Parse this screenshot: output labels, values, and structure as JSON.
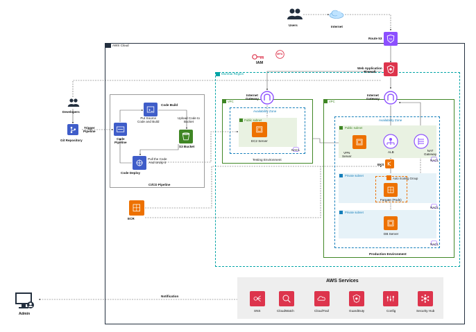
{
  "diagram": {
    "users": "Users",
    "internet": "Internet",
    "route53": "Route 53",
    "aws_cloud": "AWS Cloud",
    "iam": "IAM",
    "mfa": "MFA",
    "waf": "Web Application\nFirewall",
    "mumbai_region": "Mumbai Region",
    "developers": "Developers",
    "git_repository": "Git Repository",
    "trigger_pipeline": "Trigger\nPipeline",
    "code_build": "Code Build",
    "put_source": "Put Source\nCode and Build",
    "upload_code": "Upload Code to\nBucket",
    "code_pipeline": "Code\nPipeline",
    "s3_bucket": "S3 Bucket",
    "pull_code": "Pull the Code\nAnd Unzip it",
    "code_deploy": "Code Deploy",
    "cicd_pipeline": "CI/CD Pipeline",
    "ecr": "ECR",
    "vpc": "VPC",
    "internet_gateway": "Internet\nGateway",
    "availability_zone": "Availability Zone",
    "public_subnet": "Public subnet",
    "ec2_server": "EC2 Server",
    "nacl": "NACL",
    "testing_environment": "Testing Environment",
    "vpn_server": "VPN\nServer",
    "alb": "ALB",
    "nat_gateway": "NAT\nGateway",
    "eks": "EKS",
    "private_subnet": "Private subnet",
    "auto_scaling_group": "Auto Scaling Group",
    "fargate": "Fargate (Pods)",
    "db_server": "DB Server",
    "production_environment": "Production Environment",
    "aws_services": "AWS Services",
    "notification": "Notification",
    "admin": "Admin",
    "sns": "SNS",
    "cloudwatch": "CloudWatch",
    "cloudtrail": "CloudTrail",
    "guardduty": "GuardDuty",
    "config": "Config",
    "security_hub": "Security Hub"
  },
  "colors": {
    "compute": "#ed7100",
    "devtools": "#3f5dc9",
    "storage": "#3f8624",
    "security": "#dd344c",
    "network": "#8c4fff",
    "region": "#00a4a6",
    "vpc": "#3f8624"
  }
}
